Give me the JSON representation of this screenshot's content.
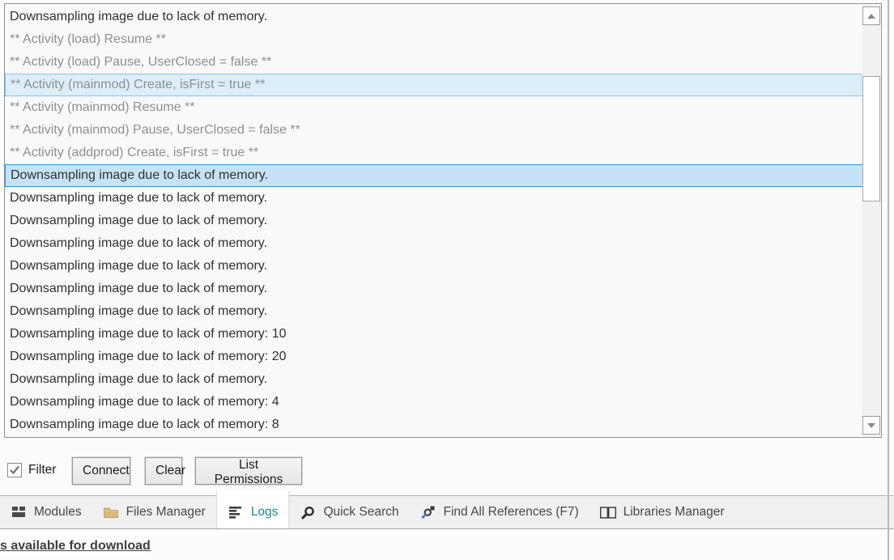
{
  "log_panel": {
    "rows": [
      {
        "text": "Downsampling image due to lack of memory.",
        "tone": "dark",
        "highlight": "none"
      },
      {
        "text": "** Activity (load) Resume **",
        "tone": "muted",
        "highlight": "none"
      },
      {
        "text": "** Activity (load) Pause, UserClosed = false **",
        "tone": "muted",
        "highlight": "none"
      },
      {
        "text": "** Activity (mainmod) Create, isFirst = true **",
        "tone": "muted",
        "highlight": "weak"
      },
      {
        "text": "** Activity (mainmod) Resume **",
        "tone": "muted",
        "highlight": "none"
      },
      {
        "text": "** Activity (mainmod) Pause, UserClosed = false **",
        "tone": "muted",
        "highlight": "none"
      },
      {
        "text": "** Activity (addprod) Create, isFirst = true **",
        "tone": "muted",
        "highlight": "none"
      },
      {
        "text": "Downsampling image due to lack of memory.",
        "tone": "dark",
        "highlight": "strong"
      },
      {
        "text": "Downsampling image due to lack of memory.",
        "tone": "dark",
        "highlight": "none"
      },
      {
        "text": "Downsampling image due to lack of memory.",
        "tone": "dark",
        "highlight": "none"
      },
      {
        "text": "Downsampling image due to lack of memory.",
        "tone": "dark",
        "highlight": "none"
      },
      {
        "text": "Downsampling image due to lack of memory.",
        "tone": "dark",
        "highlight": "none"
      },
      {
        "text": "Downsampling image due to lack of memory.",
        "tone": "dark",
        "highlight": "none"
      },
      {
        "text": "Downsampling image due to lack of memory.",
        "tone": "dark",
        "highlight": "none"
      },
      {
        "text": "Downsampling image due to lack of memory: 10",
        "tone": "dark",
        "highlight": "none"
      },
      {
        "text": "Downsampling image due to lack of memory: 20",
        "tone": "dark",
        "highlight": "none"
      },
      {
        "text": "Downsampling image due to lack of memory.",
        "tone": "dark",
        "highlight": "none"
      },
      {
        "text": "Downsampling image due to lack of memory: 4",
        "tone": "dark",
        "highlight": "none"
      },
      {
        "text": "Downsampling image due to lack of memory: 8",
        "tone": "dark",
        "highlight": "none"
      }
    ],
    "scrollbar": {
      "up_icon": "scroll-up-icon",
      "down_icon": "scroll-down-icon"
    }
  },
  "controls": {
    "filter": {
      "label": "Filter",
      "checked": true,
      "check_icon": "check-icon"
    },
    "connect_label": "Connect",
    "clear_label": "Clear",
    "list_permissions_label": "List Permissions"
  },
  "tab_bar": {
    "tabs": [
      {
        "id": "modules",
        "label": "Modules",
        "icon": "modules-icon",
        "selected": false
      },
      {
        "id": "files-manager",
        "label": "Files Manager",
        "icon": "folder-icon",
        "selected": false
      },
      {
        "id": "logs",
        "label": "Logs",
        "icon": "log-lines-icon",
        "selected": true
      },
      {
        "id": "quick-search",
        "label": "Quick Search",
        "icon": "search-icon",
        "selected": false
      },
      {
        "id": "find-all-references",
        "label": "Find All References (F7)",
        "icon": "search-reference-icon",
        "selected": false
      },
      {
        "id": "libraries-manager",
        "label": "Libraries Manager",
        "icon": "open-book-icon",
        "selected": false
      }
    ]
  },
  "status_bar": {
    "link_text": "s available for download"
  },
  "colors": {
    "selected_tab_text": "#1b8a8a",
    "highlight_weak_bg": "#dceef9",
    "highlight_weak_border": "#86c3ea",
    "highlight_strong_bg": "#c5e3f6",
    "highlight_strong_border": "#2b96d8",
    "folder_icon": "#d8b97e",
    "reference_handle_blue": "#3b78c3"
  }
}
